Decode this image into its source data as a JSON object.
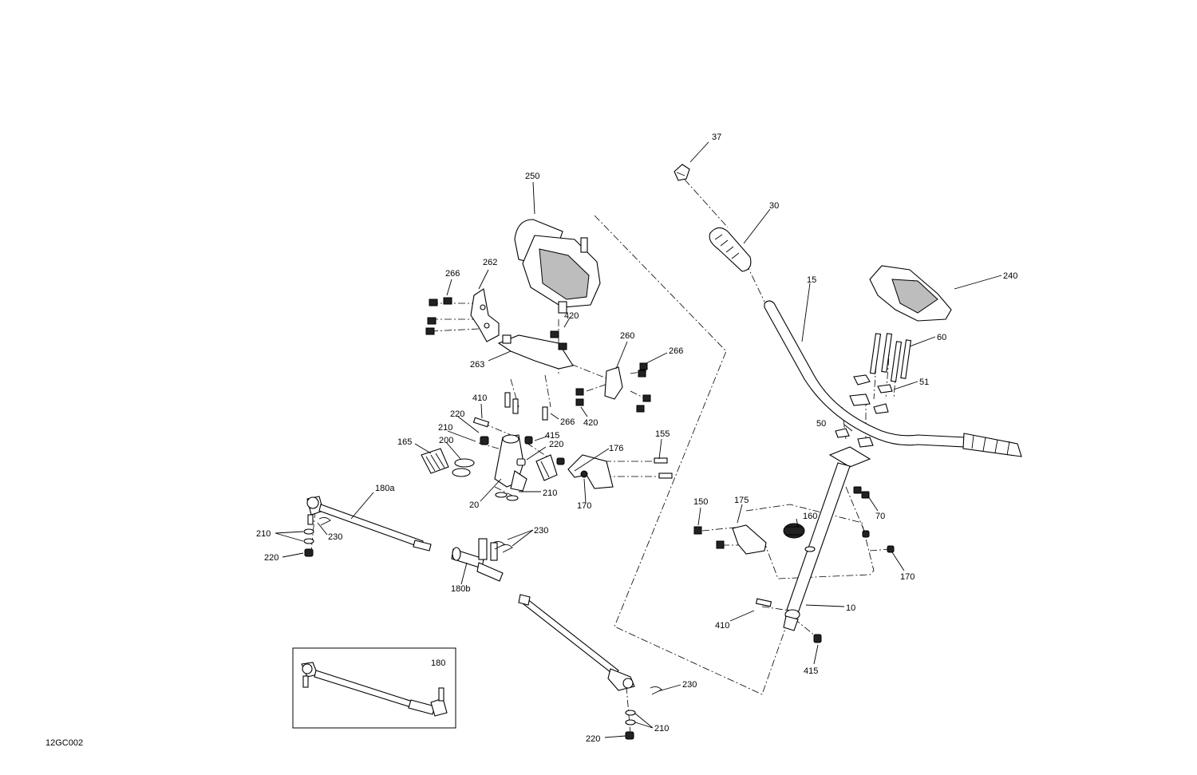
{
  "drawing_id": "12GC002",
  "callouts": {
    "c10": "10",
    "c15": "15",
    "c20": "20",
    "c30": "30",
    "c37": "37",
    "c50": "50",
    "c51": "51",
    "c60": "60",
    "c70": "70",
    "c150": "150",
    "c155": "155",
    "c160": "160",
    "c165": "165",
    "c170a": "170",
    "c170b": "170",
    "c175": "175",
    "c176": "176",
    "c180": "180",
    "c180a": "180a",
    "c180b": "180b",
    "c200": "200",
    "c210a": "210",
    "c210b": "210",
    "c210c": "210",
    "c210d": "210",
    "c220a": "220",
    "c220b": "220",
    "c220c": "220",
    "c220d": "220",
    "c230a": "230",
    "c230b": "230",
    "c230c": "230",
    "c240": "240",
    "c250": "250",
    "c260": "260",
    "c262": "262",
    "c263": "263",
    "c266a": "266",
    "c266b": "266",
    "c266c": "266",
    "c410a": "410",
    "c410b": "410",
    "c415a": "415",
    "c415b": "415",
    "c420a": "420",
    "c420b": "420"
  }
}
